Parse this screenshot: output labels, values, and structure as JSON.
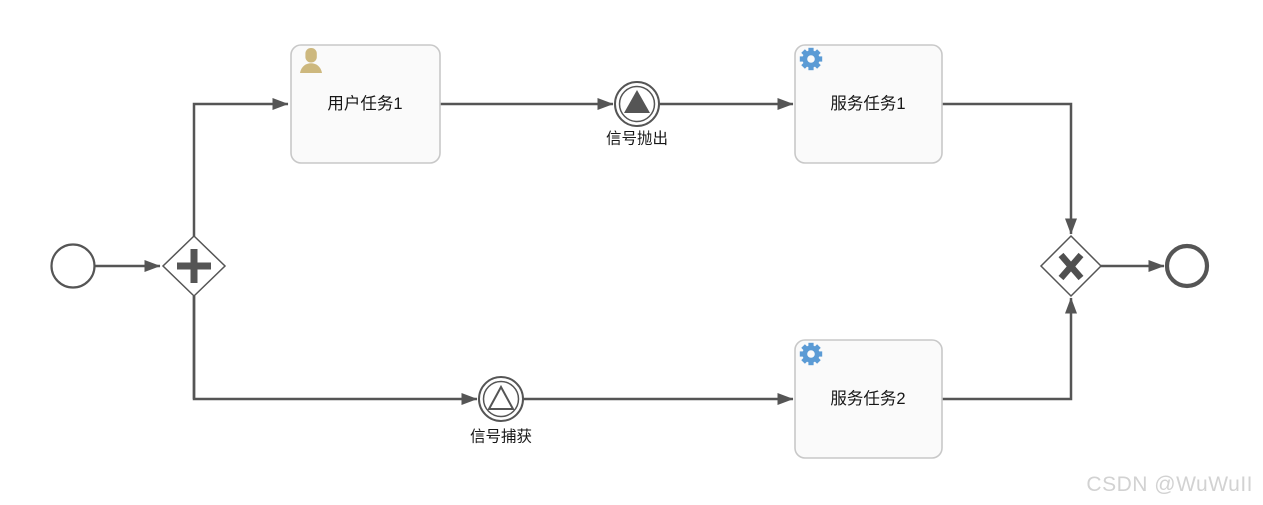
{
  "page": {
    "background": "#ffffff"
  },
  "diagram": {
    "type": "bpmn-process",
    "nodes": {
      "start_event": {
        "type": "start-event"
      },
      "parallel_gateway": {
        "type": "parallel-gateway",
        "symbol": "+"
      },
      "user_task_1": {
        "type": "user-task",
        "label": "用户任务1",
        "icon": "user-icon"
      },
      "signal_throw_event": {
        "type": "signal-throw-event",
        "label": "信号抛出"
      },
      "service_task_1": {
        "type": "service-task",
        "label": "服务任务1",
        "icon": "gear-icon"
      },
      "signal_catch_event": {
        "type": "signal-catch-event",
        "label": "信号捕获"
      },
      "service_task_2": {
        "type": "service-task",
        "label": "服务任务2",
        "icon": "gear-icon"
      },
      "exclusive_gateway": {
        "type": "exclusive-gateway",
        "symbol": "X"
      },
      "end_event": {
        "type": "end-event"
      }
    },
    "colors": {
      "flow_stroke": "#555555",
      "gateway_stroke": "#555555",
      "task_fill": "#fafafa",
      "task_border": "#c8c8c8",
      "gear_blue": "#5b9bd5",
      "user_tan": "#cdb87e",
      "label_text": "#161616",
      "watermark": "#d2d2d2"
    }
  },
  "watermark": {
    "text": "CSDN @WuWuII"
  }
}
